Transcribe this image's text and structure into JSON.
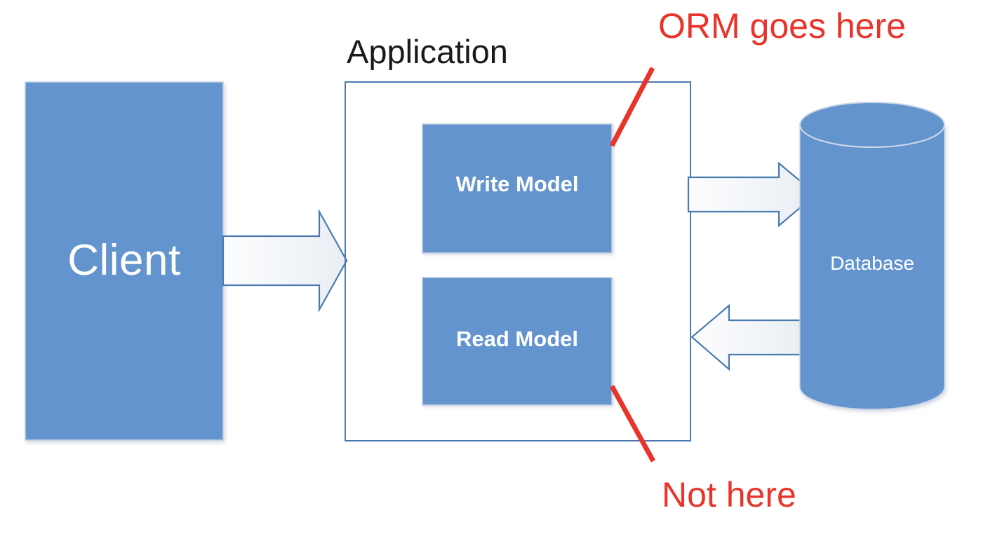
{
  "diagram": {
    "title": "CQRS application with ORM placement annotations",
    "colors": {
      "box_fill": "#6394ce",
      "box_stroke": "#9fb8d4",
      "container_stroke": "#4a7bb0",
      "arrow_stroke": "#4a7bb0",
      "arrow_fill_start": "#f7f9fb",
      "arrow_fill_end": "#eaeef3",
      "annotation_red": "#e8342a",
      "label_dark": "#1a1a1a",
      "label_light": "#ffffff",
      "background": "#ffffff"
    },
    "nodes": {
      "client": {
        "label": "Client",
        "shape": "rectangle"
      },
      "application": {
        "label": "Application",
        "shape": "rectangle-outline"
      },
      "write_model": {
        "label": "Write Model",
        "shape": "rectangle"
      },
      "read_model": {
        "label": "Read Model",
        "shape": "rectangle"
      },
      "database": {
        "label": "Database",
        "shape": "cylinder"
      }
    },
    "connectors": [
      {
        "name": "client-to-application",
        "direction": "right",
        "from": "client",
        "to": "application"
      },
      {
        "name": "application-to-database",
        "direction": "right",
        "from": "write_model",
        "to": "database"
      },
      {
        "name": "database-to-application",
        "direction": "left",
        "from": "database",
        "to": "read_model"
      }
    ],
    "annotations": [
      {
        "name": "orm-goes-here",
        "text": "ORM goes here",
        "color": "#e8342a",
        "points_to": "write_model"
      },
      {
        "name": "not-here",
        "text": "Not here",
        "color": "#e8342a",
        "points_to": "read_model"
      }
    ]
  }
}
